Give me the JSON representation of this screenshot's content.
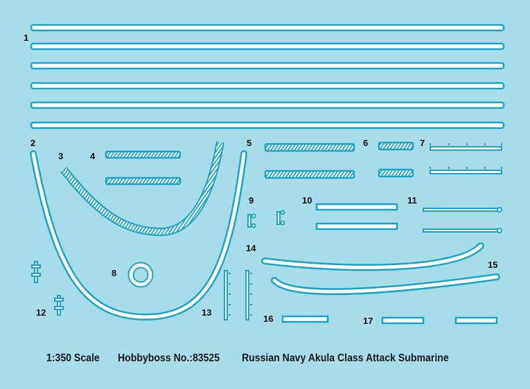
{
  "colors": {
    "background": "#a8dcea",
    "decal_border": "#1aa3c8",
    "decal_fill": "#ffffff"
  },
  "labels": [
    "1",
    "2",
    "3",
    "4",
    "5",
    "6",
    "7",
    "8",
    "9",
    "10",
    "11",
    "12",
    "13",
    "14",
    "15",
    "16",
    "17"
  ],
  "footer": {
    "scale": "1:350 Scale",
    "kit_number": "Hobbyboss No.:83525",
    "title": "Russian Navy Akula Class Attack Submarine"
  }
}
